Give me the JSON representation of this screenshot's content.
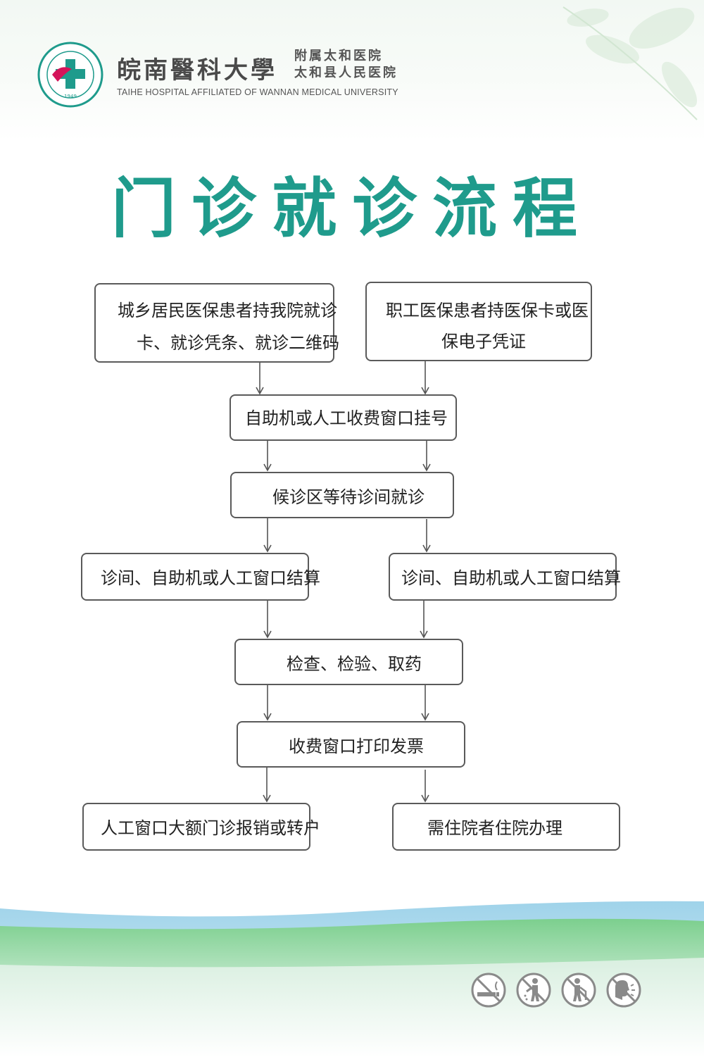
{
  "header": {
    "university_name": "皖南醫科大學",
    "affiliate_line_1": "附属太和医院",
    "affiliate_line_2": "太和县人民医院",
    "english_name": "TAIHE HOSPITAL AFFILIATED OF WANNAN MEDICAL UNIVERSITY",
    "seal_year": "1949"
  },
  "title": "门诊就诊流程",
  "colors": {
    "title": "#1f9b8c",
    "box_border": "#5a5a5a",
    "arrow": "#555555",
    "logo_red": "#d4145a",
    "logo_green": "#1f9b8c"
  },
  "flow": {
    "start_resident": "城乡居民医保患者持我院就诊卡、就诊凭条、就诊二维码",
    "start_resident_line1": "城乡居民医保患者持我院就诊",
    "start_resident_line2": "卡、就诊凭条、就诊二维码",
    "start_employee_line1": "职工医保患者持医保卡或医",
    "start_employee_line2": "保电子凭证",
    "register": "自助机或人工收费窗口挂号",
    "waiting": "候诊区等待诊间就诊",
    "settle_left": "诊间、自助机或人工窗口结算",
    "settle_right": "诊间、自助机或人工窗口结算",
    "exam": "检查、检验、取药",
    "invoice": "收费窗口打印发票",
    "end_reimburse": "人工窗口大额门诊报销或转户",
    "end_inpatient": "需住院者住院办理"
  },
  "footer_icons": [
    "no-smoking-icon",
    "no-littering-icon",
    "no-spitting-icon",
    "no-loud-talking-icon"
  ]
}
